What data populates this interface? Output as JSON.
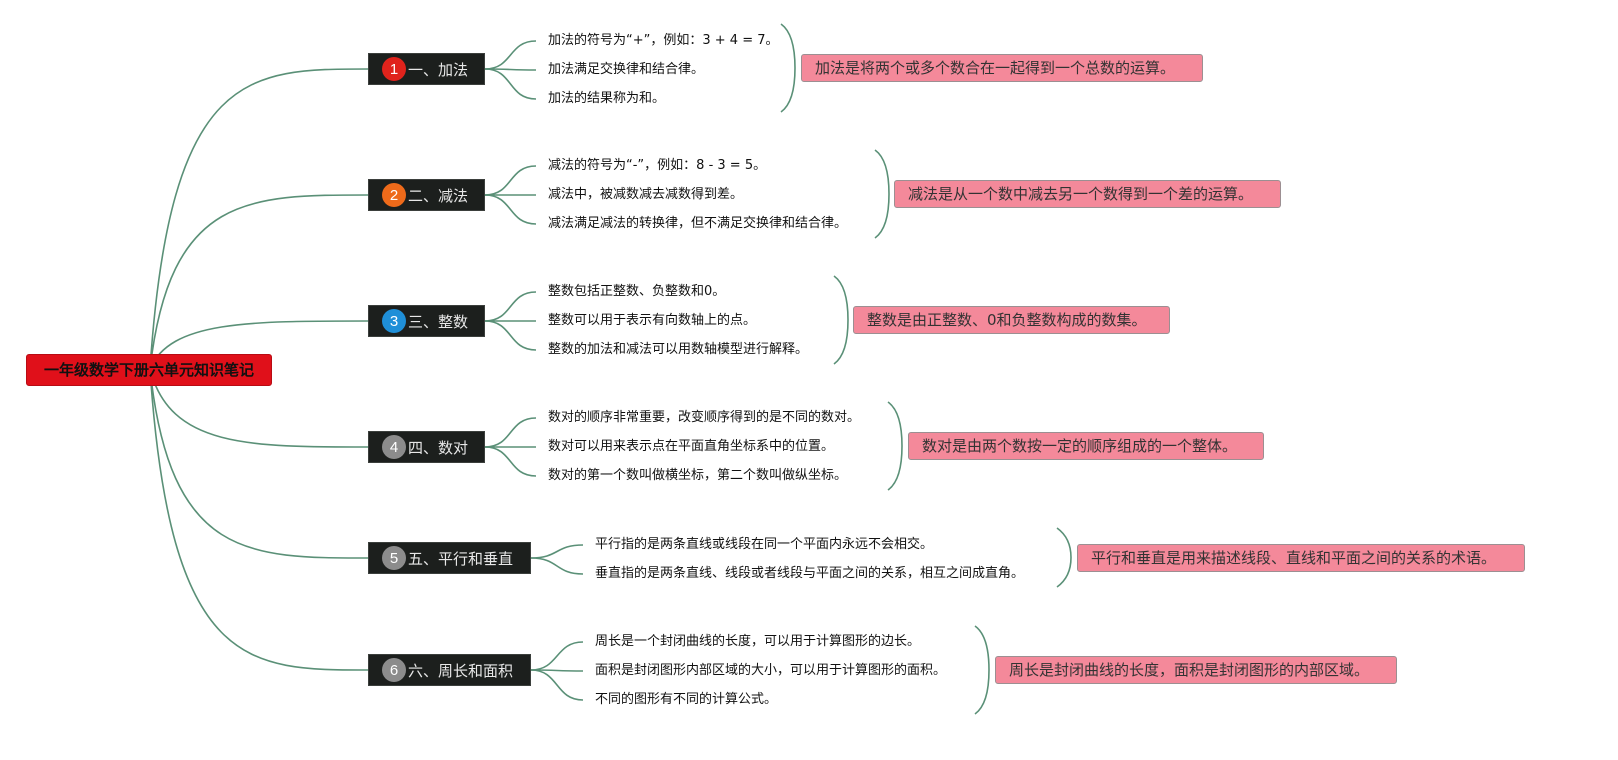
{
  "root": {
    "title": "一年级数学下册六单元知识笔记"
  },
  "colors": {
    "connector": "#5a9077",
    "root": "#e0101a",
    "branch_bg": "#1c1f1d",
    "summary_bg": "#f4899a"
  },
  "branches": [
    {
      "badge": "1",
      "badge_color": "#e0231c",
      "title": "一、加法",
      "leaves": [
        "加法的符号为“+”，例如：3 + 4 = 7。",
        "加法满足交换律和结合律。",
        "加法的结果称为和。"
      ],
      "summary": "加法是将两个或多个数合在一起得到一个总数的运算。"
    },
    {
      "badge": "2",
      "badge_color": "#ee6a1a",
      "title": "二、减法",
      "leaves": [
        "减法的符号为“-”，例如：8 - 3 = 5。",
        "减法中，被减数减去减数得到差。",
        "减法满足减法的转换律，但不满足交换律和结合律。"
      ],
      "summary": "减法是从一个数中减去另一个数得到一个差的运算。"
    },
    {
      "badge": "3",
      "badge_color": "#1f8fd8",
      "title": "三、整数",
      "leaves": [
        "整数包括正整数、负整数和0。",
        "整数可以用于表示有向数轴上的点。",
        "整数的加法和减法可以用数轴模型进行解释。"
      ],
      "summary": "整数是由正整数、0和负整数构成的数集。"
    },
    {
      "badge": "4",
      "badge_color": "#8c8c8c",
      "title": "四、数对",
      "leaves": [
        "数对的顺序非常重要，改变顺序得到的是不同的数对。",
        "数对可以用来表示点在平面直角坐标系中的位置。",
        "数对的第一个数叫做横坐标，第二个数叫做纵坐标。"
      ],
      "summary": "数对是由两个数按一定的顺序组成的一个整体。"
    },
    {
      "badge": "5",
      "badge_color": "#8c8c8c",
      "title": "五、平行和垂直",
      "leaves": [
        "平行指的是两条直线或线段在同一个平面内永远不会相交。",
        "垂直指的是两条直线、线段或者线段与平面之间的关系，相互之间成直角。"
      ],
      "summary": "平行和垂直是用来描述线段、直线和平面之间的关系的术语。"
    },
    {
      "badge": "6",
      "badge_color": "#8c8c8c",
      "title": "六、周长和面积",
      "leaves": [
        "周长是一个封闭曲线的长度，可以用于计算图形的边长。",
        "面积是封闭图形内部区域的大小，可以用于计算图形的面积。",
        "不同的图形有不同的计算公式。"
      ],
      "summary": "周长是封闭曲线的长度，面积是封闭图形的内部区域。"
    }
  ]
}
